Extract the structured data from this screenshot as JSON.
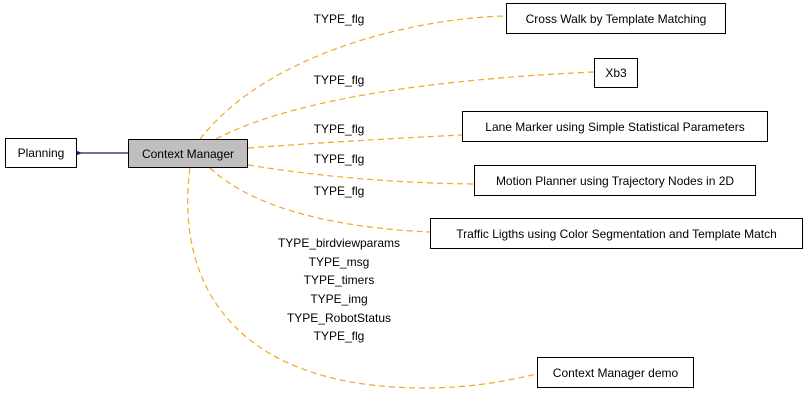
{
  "nodes": {
    "planning": "Planning",
    "context_manager": "Context Manager",
    "cross_walk": "Cross Walk by Template Matching",
    "xb3": "Xb3",
    "lane_marker": "Lane Marker using Simple Statistical Parameters",
    "motion_planner": "Motion Planner using Trajectory Nodes in 2D",
    "traffic_lights": "Traffic Ligths using Color Segmentation and Template Match",
    "context_manager_demo": "Context Manager demo"
  },
  "edge_labels": {
    "cross_walk": "TYPE_flg",
    "xb3": "TYPE_flg",
    "lane_marker": "TYPE_flg",
    "motion_planner": "TYPE_flg",
    "traffic_lights": "TYPE_flg",
    "demo": [
      "TYPE_birdviewparams",
      "TYPE_msg",
      "TYPE_timers",
      "TYPE_img",
      "TYPE_RobotStatus",
      "TYPE_flg"
    ]
  },
  "colors": {
    "dependency_edge": "#f5a623",
    "group_edge": "#191970",
    "focus_fill": "#bfbfbf"
  }
}
